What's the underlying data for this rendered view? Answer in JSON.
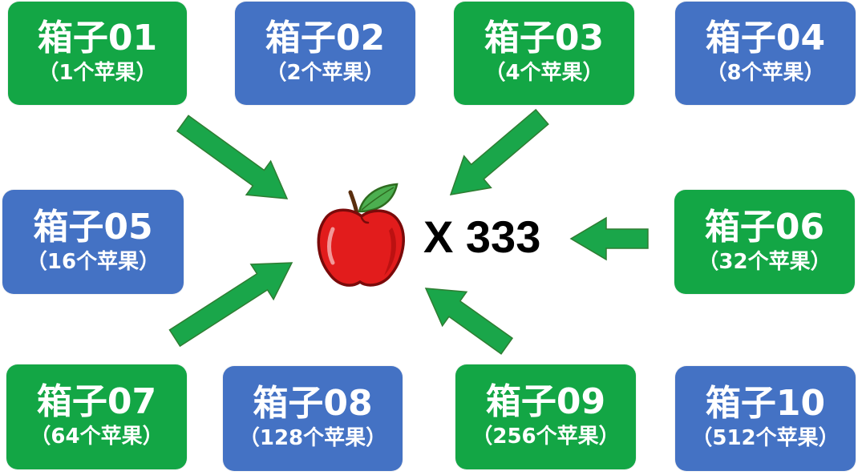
{
  "colors": {
    "green": "#13a645",
    "blue": "#4472c4",
    "arrow_fill": "#1aa64a",
    "arrow_stroke": "#2e7d32",
    "apple_red": "#e21c1c",
    "leaf": "#4caf50"
  },
  "center": {
    "icon": "apple-icon",
    "multiplier": "X 333"
  },
  "boxes": [
    {
      "id": "01",
      "title": "箱子01",
      "sub": "（1个苹果）",
      "color": "green"
    },
    {
      "id": "02",
      "title": "箱子02",
      "sub": "（2个苹果）",
      "color": "blue"
    },
    {
      "id": "03",
      "title": "箱子03",
      "sub": "（4个苹果）",
      "color": "green"
    },
    {
      "id": "04",
      "title": "箱子04",
      "sub": "（8个苹果）",
      "color": "blue"
    },
    {
      "id": "05",
      "title": "箱子05",
      "sub": "（16个苹果）",
      "color": "blue"
    },
    {
      "id": "06",
      "title": "箱子06",
      "sub": "（32个苹果）",
      "color": "green"
    },
    {
      "id": "07",
      "title": "箱子07",
      "sub": "（64个苹果）",
      "color": "green"
    },
    {
      "id": "08",
      "title": "箱子08",
      "sub": "（128个苹果）",
      "color": "blue"
    },
    {
      "id": "09",
      "title": "箱子09",
      "sub": "（256个苹果）",
      "color": "green"
    },
    {
      "id": "10",
      "title": "箱子10",
      "sub": "（512个苹果）",
      "color": "blue"
    }
  ]
}
